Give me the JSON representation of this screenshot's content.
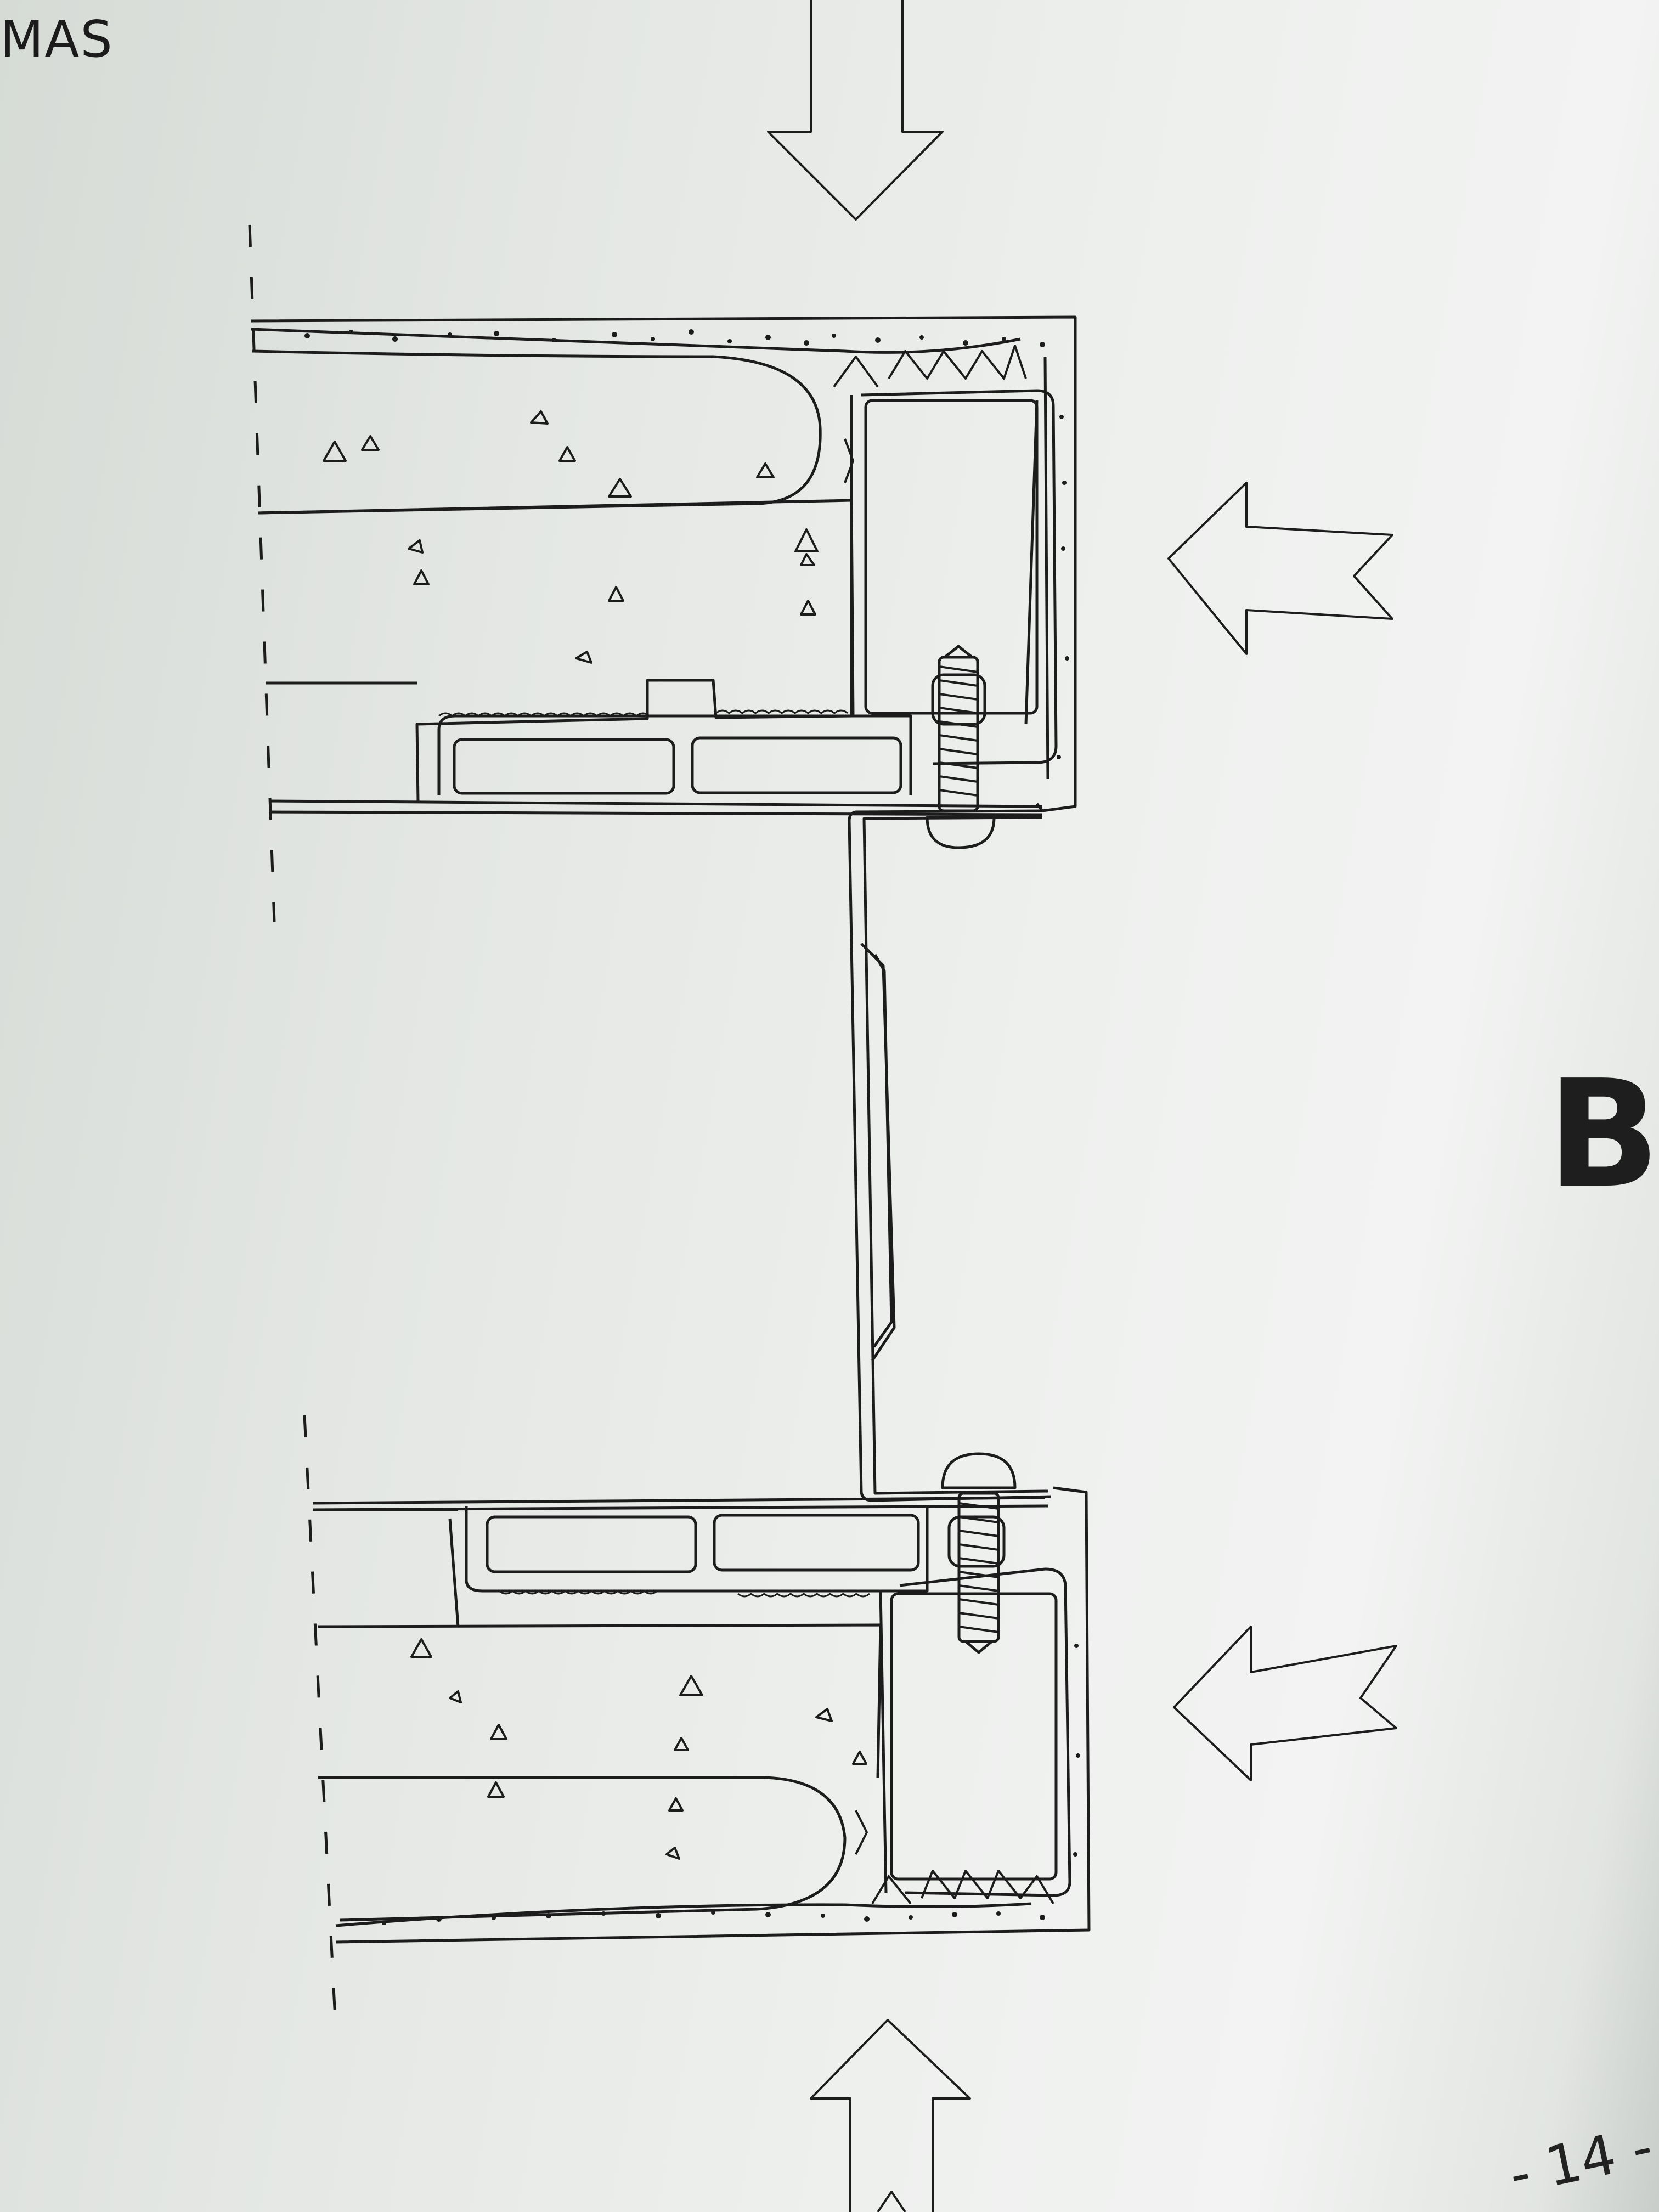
{
  "document": {
    "header_text": "MAS",
    "section_label": "B",
    "page_number": "- 14 -"
  },
  "drawing": {
    "ink_color": "#1c1c1c",
    "paper_color": "#e9ece9"
  }
}
